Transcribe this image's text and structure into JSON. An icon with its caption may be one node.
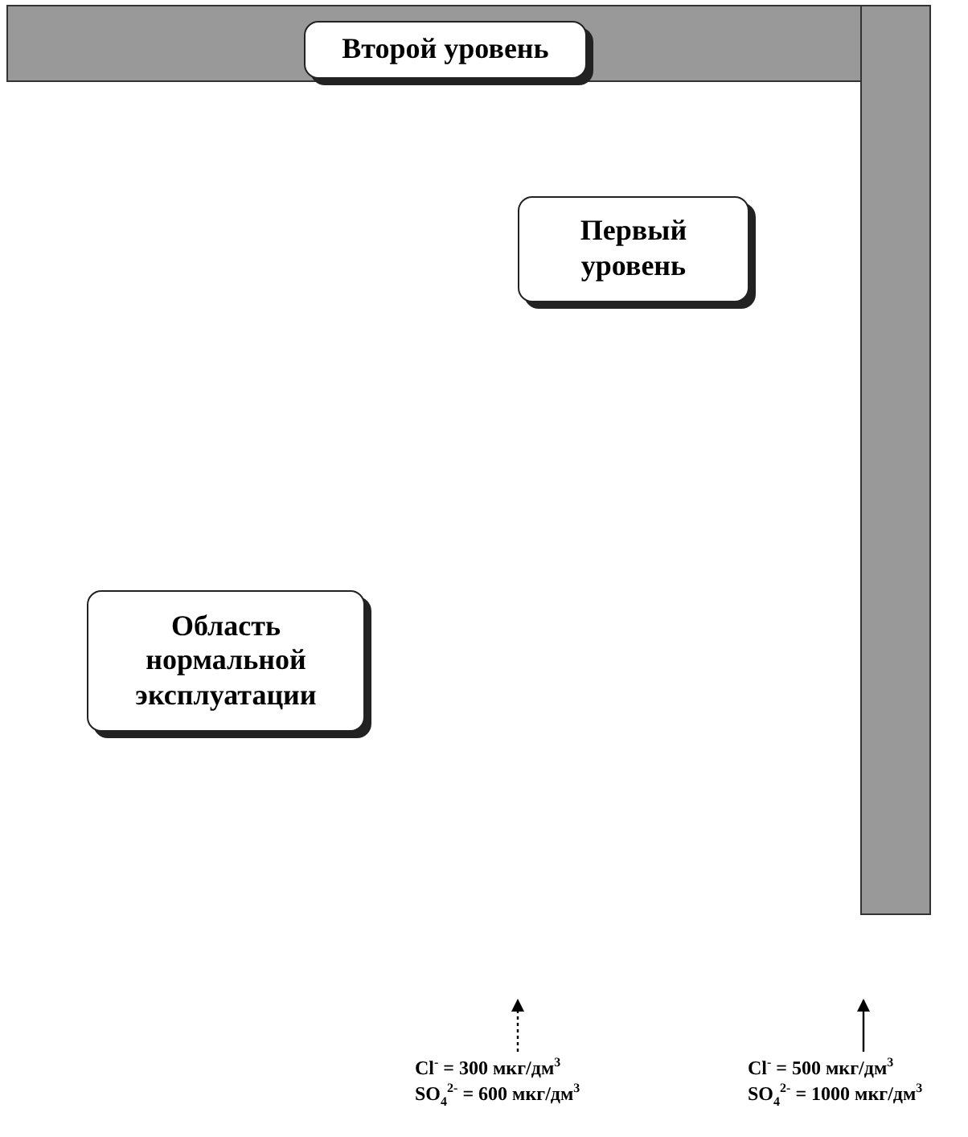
{
  "diagram": {
    "nodes": [
      {
        "text": [],
        "shape": "bar"
      },
      {
        "text": [
          "Второй уровень"
        ],
        "in": 0
      },
      {
        "text": [],
        "shape": "bar"
      },
      {
        "text": [
          "Первый уровень"
        ]
      },
      {
        "text": [
          "Область нормальной эксплуатации"
        ]
      },
      {
        "text": [
          "Cl$^{-}$ = 300 мкг/дм$^{3}$",
          "SO$_{4}$$^{2-}$ = 600 мкг/дм$^{3}$"
        ]
      },
      {
        "text": [
          "Cl$^{-}$ = 500 мкг/дм$^{3}$",
          "SO$_{4}$$^{2-}$ = 1000 мкг/дм$^{3}$"
        ]
      }
    ],
    "edges": [
      {
        "from": 5,
        "to": null,
        "arrow": "to",
        "style": "dashed"
      },
      {
        "from": 6,
        "to": null,
        "arrow": "to"
      }
    ]
  }
}
